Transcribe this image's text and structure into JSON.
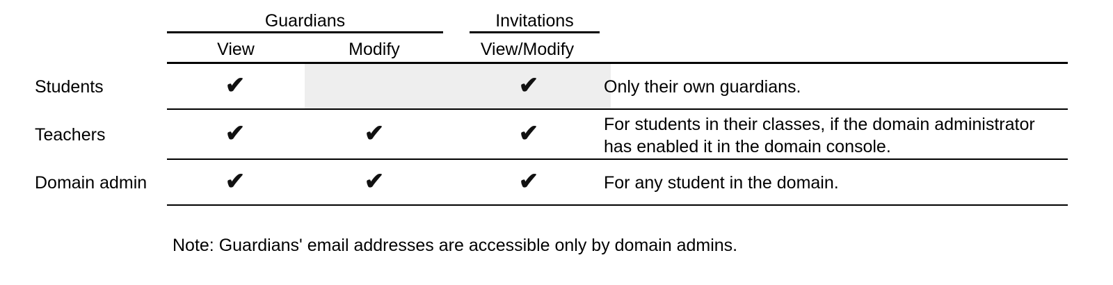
{
  "table": {
    "column_groups": [
      {
        "label": "Guardians"
      },
      {
        "label": "Invitations"
      }
    ],
    "columns": [
      {
        "label": "View"
      },
      {
        "label": "Modify"
      },
      {
        "label": "View/Modify"
      }
    ],
    "rows": [
      {
        "label": "Students",
        "guardians_view": "✔",
        "guardians_modify": "",
        "invitations": "✔",
        "description": "Only their own guardians."
      },
      {
        "label": "Teachers",
        "guardians_view": "✔",
        "guardians_modify": "✔",
        "invitations": "✔",
        "description": "For students in their classes, if the domain administrator has enabled it in the domain console."
      },
      {
        "label": "Domain admin",
        "guardians_view": "✔",
        "guardians_modify": "✔",
        "invitations": "✔",
        "description": "For any student in the domain."
      }
    ]
  },
  "note": "Note: Guardians' email addresses are accessible only by domain admins.",
  "colors": {
    "text": "#000000",
    "rule": "#000000",
    "disabled_cell": "#eeeeee",
    "background": "#ffffff"
  }
}
